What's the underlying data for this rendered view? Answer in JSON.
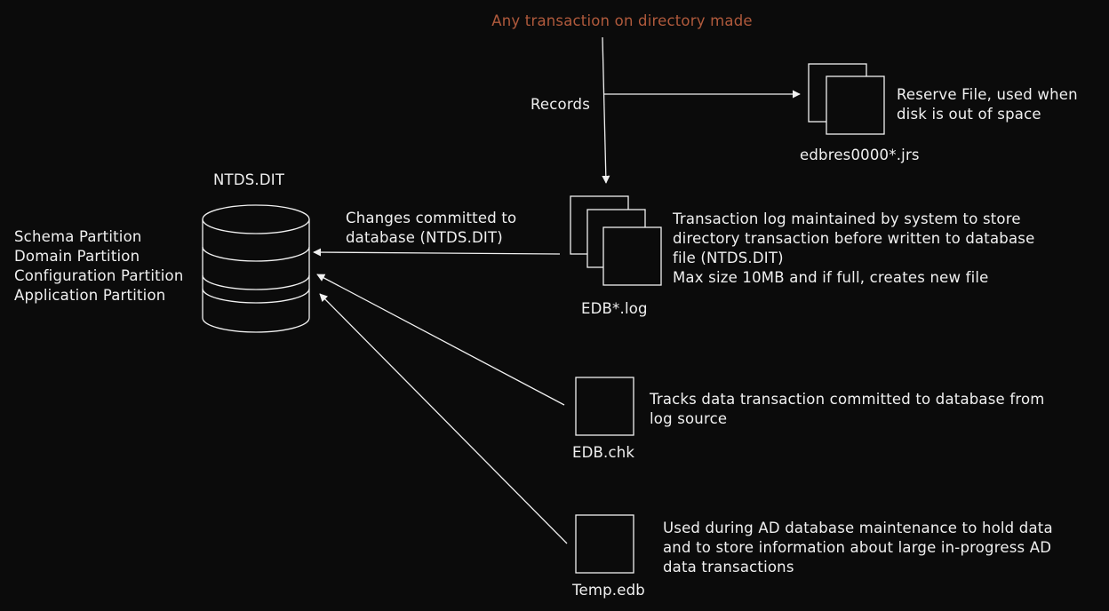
{
  "title": "Any transaction on directory made",
  "records_label": "Records",
  "reserve": {
    "file_label": "edbres0000*.jrs",
    "description": [
      "Reserve File, used when",
      "disk is out of space"
    ]
  },
  "ntds": {
    "label": "NTDS.DIT",
    "partitions": [
      "Schema Partition",
      "Domain Partition",
      "Configuration Partition",
      "Application Partition"
    ]
  },
  "commit_label": [
    "Changes committed to",
    "database (NTDS.DIT)"
  ],
  "edb_log": {
    "file_label": "EDB*.log",
    "description": [
      "Transaction log maintained by system to store",
      "directory transaction before written to database",
      "file (NTDS.DIT)",
      "Max size 10MB and if full, creates new file"
    ]
  },
  "edb_chk": {
    "file_label": "EDB.chk",
    "description": [
      "Tracks data transaction committed to database from",
      "log source"
    ]
  },
  "temp_edb": {
    "file_label": "Temp.edb",
    "description": [
      "Used during AD database maintenance to hold data",
      "and to store information about large in-progress AD",
      "data transactions"
    ]
  },
  "colors": {
    "background": "#0b0b0b",
    "stroke": "#f0f0f0",
    "title": "#b05a3c"
  }
}
